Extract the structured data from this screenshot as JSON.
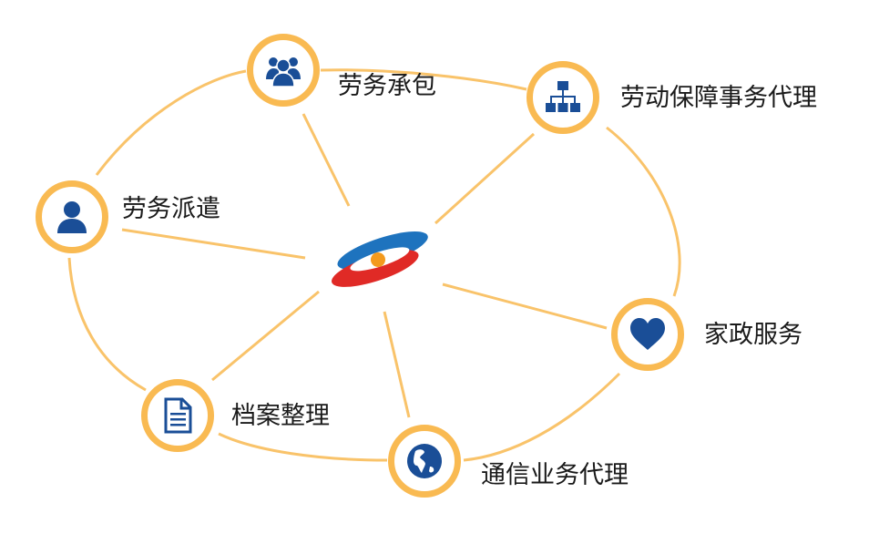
{
  "colors": {
    "ring": "#F9BA52",
    "icon": "#1A4E97",
    "logo_blue": "#1E73BE",
    "logo_red": "#E02A26",
    "logo_orange": "#F39A1E"
  },
  "center": {
    "icon": "company-logo"
  },
  "nodes": [
    {
      "label": "劳务承包",
      "icon": "users-group-icon"
    },
    {
      "label": "劳动保障事务代理",
      "icon": "org-chart-icon"
    },
    {
      "label": "劳务派遣",
      "icon": "user-icon"
    },
    {
      "label": "家政服务",
      "icon": "heart-icon"
    },
    {
      "label": "档案整理",
      "icon": "document-icon"
    },
    {
      "label": "通信业务代理",
      "icon": "globe-icon"
    }
  ]
}
